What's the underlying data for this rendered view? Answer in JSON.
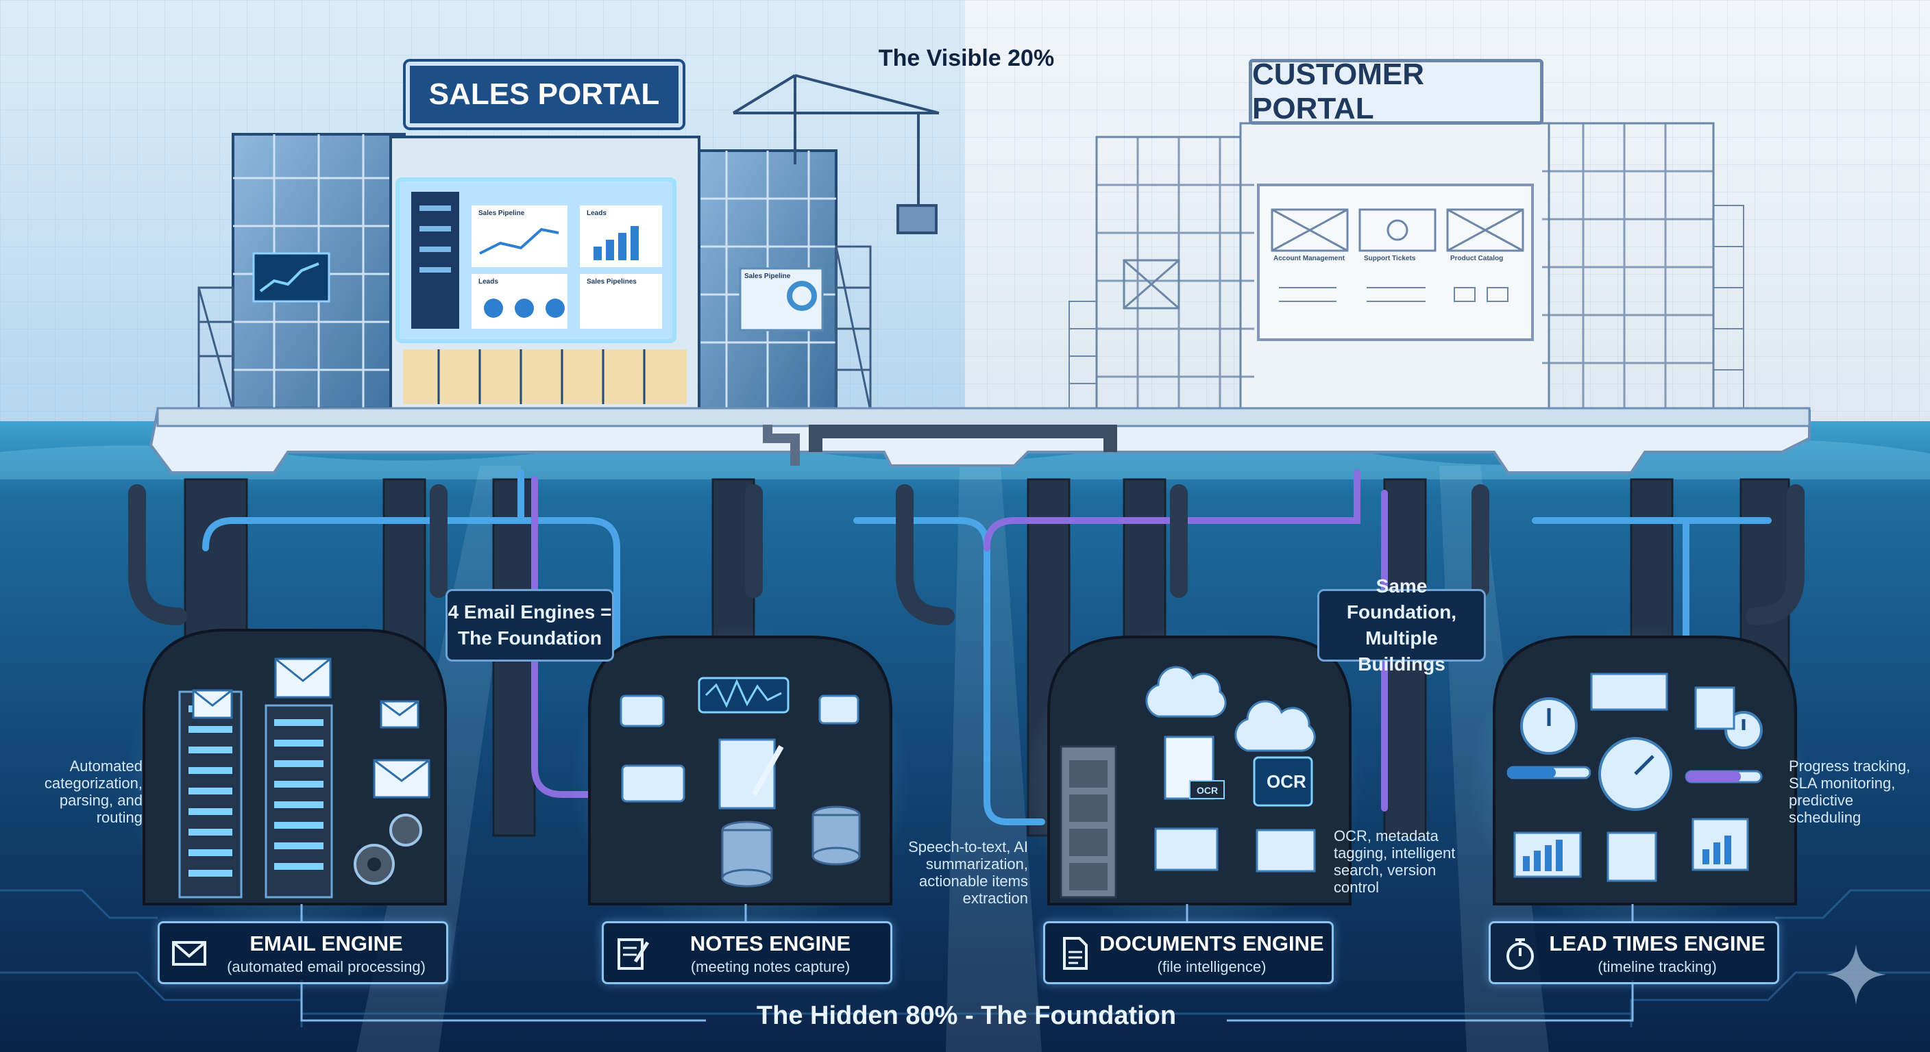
{
  "header": {
    "visible_label": "The Visible 20%"
  },
  "footer": {
    "hidden_label": "The Hidden 80% - The Foundation"
  },
  "buildings": {
    "sales": {
      "sign": "SALES PORTAL",
      "screen_panels": [
        "Sales Pipeline",
        "Leads",
        "Leads",
        "Sales Pipelines"
      ],
      "side_panel": "Sales Pipeline"
    },
    "customer": {
      "sign": "CUSTOMER PORTAL",
      "screen_panels": [
        "Account Management",
        "Support Tickets",
        "Product Catalog"
      ]
    }
  },
  "callouts": [
    {
      "line1": "4 Email Engines =",
      "line2": "The Foundation"
    },
    {
      "line1": "Same Foundation,",
      "line2": "Multiple Buildings"
    }
  ],
  "notes": {
    "email": "Automated categorization, parsing, and routing",
    "notes": "Speech-to-text, AI summarization, actionable items extraction",
    "documents": "OCR, metadata tagging, intelligent search, version control",
    "lead_times": "Progress tracking, SLA monitoring, predictive scheduling"
  },
  "engines": [
    {
      "name": "EMAIL ENGINE",
      "subtitle": "(automated email processing)",
      "icon": "envelope-icon"
    },
    {
      "name": "NOTES ENGINE",
      "subtitle": "(meeting notes capture)",
      "icon": "notepad-pen-icon"
    },
    {
      "name": "DOCUMENTS ENGINE",
      "subtitle": "(file intelligence)",
      "icon": "document-icon"
    },
    {
      "name": "LEAD TIMES ENGINE",
      "subtitle": "(timeline tracking)",
      "icon": "stopwatch-icon"
    }
  ],
  "machine_labels": {
    "ocr_tag": "OCR",
    "ocr_cloud": "OCR"
  },
  "colors": {
    "sky_left": "#cfe6f6",
    "sky_right": "#eef3f8",
    "water_top": "#2b8fc0",
    "water_deep": "#0b2a52",
    "accent_blue": "#4aa6e8",
    "accent_purple": "#8a6ee0",
    "sign_blue": "#1d4f86"
  }
}
